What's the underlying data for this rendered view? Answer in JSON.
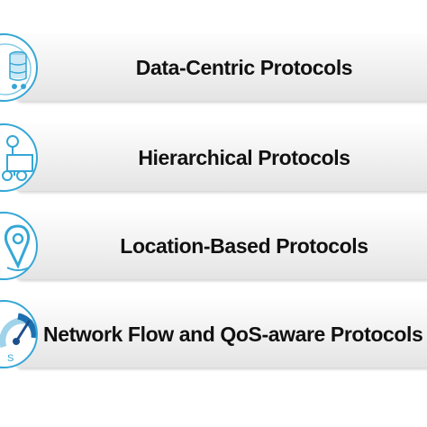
{
  "colors": {
    "accent": "#35a7d6",
    "text": "#111111"
  },
  "items": [
    {
      "label": "Data-Centric Protocols",
      "icon": "database-icon"
    },
    {
      "label": "Hierarchical Protocols",
      "icon": "hierarchy-icon"
    },
    {
      "label": "Location-Based Protocols",
      "icon": "location-pin-icon"
    },
    {
      "label": "Network Flow and QoS-aware Protocols",
      "icon": "speedometer-icon"
    }
  ]
}
